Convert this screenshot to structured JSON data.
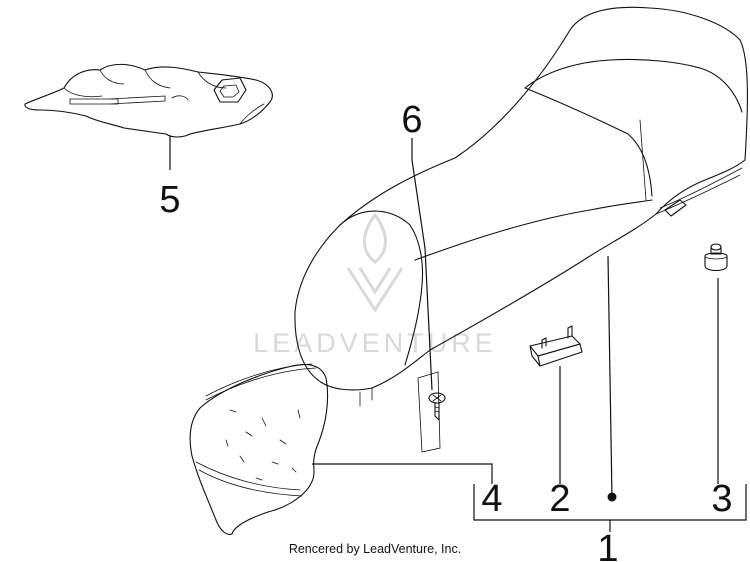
{
  "callouts": {
    "item1": "1",
    "item2": "2",
    "item3": "3",
    "item4": "4",
    "item5": "5",
    "item6": "6"
  },
  "watermark": {
    "text": "LEADVENTURE"
  },
  "footer": {
    "credit": "Rencered by LeadVenture, Inc."
  }
}
